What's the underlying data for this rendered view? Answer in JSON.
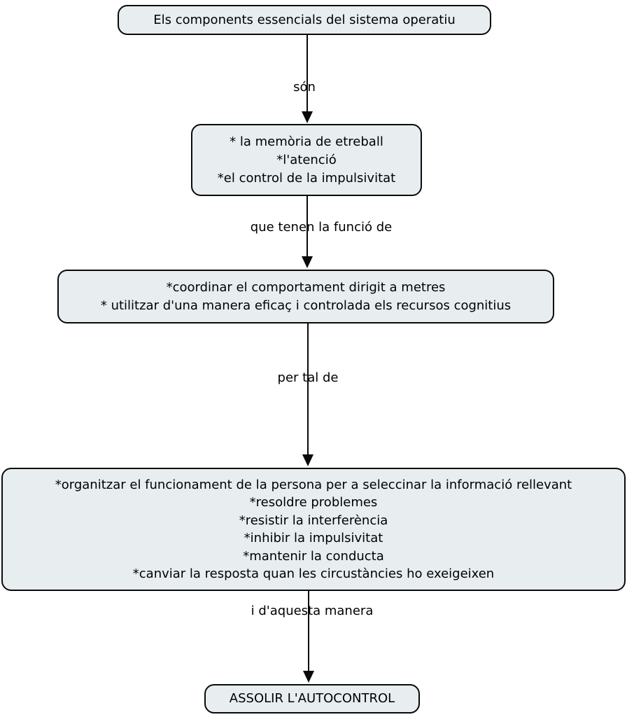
{
  "canvas": {
    "background": "#ffffff"
  },
  "style": {
    "node_fill": "#e8eef0",
    "node_border": "#0a0a0a",
    "text_color": "#000000",
    "arrow_color": "#0a0a0a"
  },
  "diagram": {
    "type": "concept-map",
    "language": "ca",
    "nodes": [
      {
        "id": "root",
        "lines": [
          "Els components essencials del sistema operatiu"
        ]
      },
      {
        "id": "components",
        "lines": [
          "* la memòria de etreball",
          "*l'atenció",
          "*el control de la impulsivitat"
        ]
      },
      {
        "id": "functions",
        "lines": [
          "*coordinar el comportament dirigit a metres",
          "* utilitzar d'una manera eficaç i controlada els recursos cognitius"
        ]
      },
      {
        "id": "purposes",
        "lines": [
          "*organitzar el funcionament de la persona per a seleccinar la informació rellevant",
          "*resoldre problemes",
          "*resistir la interferència",
          "*inhibir la impulsivitat",
          "*mantenir la conducta",
          "*canviar la resposta quan les circustàncies ho exeigeixen"
        ]
      },
      {
        "id": "goal",
        "lines": [
          "ASSOLIR L'AUTOCONTROL"
        ]
      }
    ],
    "links": [
      {
        "from": "root",
        "to": "components",
        "label": "són"
      },
      {
        "from": "components",
        "to": "functions",
        "label": "que tenen la funció de"
      },
      {
        "from": "functions",
        "to": "purposes",
        "label": "per tal de"
      },
      {
        "from": "purposes",
        "to": "goal",
        "label": "i d'aquesta manera"
      }
    ]
  }
}
